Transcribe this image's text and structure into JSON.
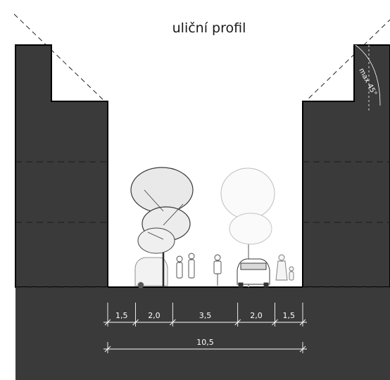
{
  "title": "uliční profil",
  "angle_label": "max 45°",
  "segments": [
    {
      "label": "1,5",
      "width_m": 1.5
    },
    {
      "label": "2,0",
      "width_m": 2.0
    },
    {
      "label": "3,5",
      "width_m": 3.5
    },
    {
      "label": "2,0",
      "width_m": 2.0
    },
    {
      "label": "1,5",
      "width_m": 1.5
    }
  ],
  "total_label": "10,5",
  "total_m": 10.5,
  "colors": {
    "building": "#3a3a3a",
    "street": "#ffffff",
    "dimension": "#ffffff",
    "outline": "#000000"
  }
}
